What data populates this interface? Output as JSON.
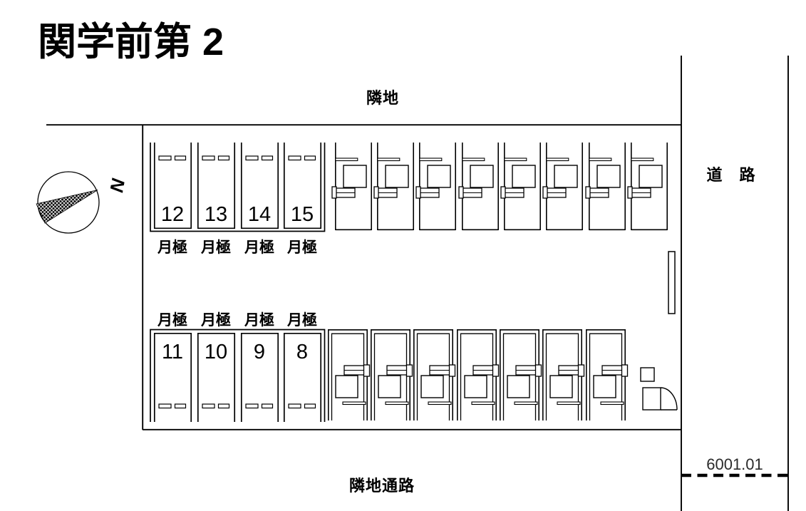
{
  "title": "関学前第 2",
  "labels": {
    "top_neighbor": "隣地",
    "road": "道　路",
    "bottom_passage": "隣地通路",
    "measurement": "6001.01",
    "north": "N",
    "monthly": "月極"
  },
  "stalls": {
    "top_numbered": [
      {
        "number": "12"
      },
      {
        "number": "13"
      },
      {
        "number": "14"
      },
      {
        "number": "15"
      }
    ],
    "bottom_numbered": [
      {
        "number": "11"
      },
      {
        "number": "10"
      },
      {
        "number": "9"
      },
      {
        "number": "8"
      }
    ],
    "mechanical_top_count": 8,
    "mechanical_bottom_count": 7
  },
  "colors": {
    "line": "#000000",
    "background": "#ffffff",
    "measurement_text": "#2b2b2b"
  }
}
